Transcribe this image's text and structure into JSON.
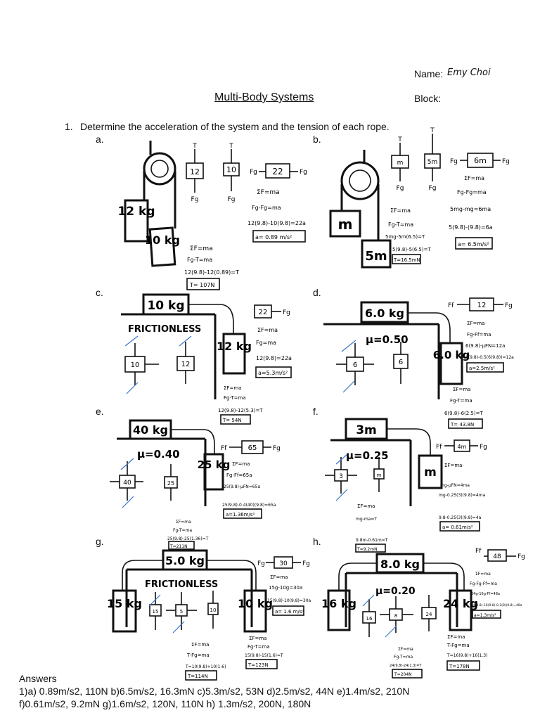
{
  "header": {
    "name_label": "Name:",
    "name_value": "Emy Choi",
    "title": "Multi-Body Systems",
    "block_label": "Block:"
  },
  "question": {
    "number": "1.",
    "text": "Determine the acceleration of the system and the tension of each rope."
  },
  "parts": {
    "a": {
      "label": "a.",
      "m1": "12 kg",
      "m2": "10 kg",
      "fbd1": "12",
      "fbd2": "10",
      "sys": "22",
      "eq": [
        "ΣF=ma",
        "Fg-Fg=ma",
        "12(9.8)-10(9.8)=22a"
      ],
      "accel": "a= 0.89 m/s²",
      "eq2": [
        "ΣF=ma",
        "Fg-T=ma",
        "12(9.8)-12(0.89)=T"
      ],
      "tension": "T= 107N"
    },
    "b": {
      "label": "b.",
      "m1": "m",
      "m2": "5m",
      "fbd1": "m",
      "fbd2": "5m",
      "sys": "6m",
      "eq": [
        "ΣF=ma",
        "Fg-Fg=ma",
        "5mg-mg=6ma",
        "5(9.8)-(9.8)=6a"
      ],
      "accel": "a= 6.5m/s²",
      "eq2": [
        "ΣF=ma",
        "Fg-T=ma",
        "5mg-5m(6.5)=T",
        "5(9.8)-5(6.5)=T"
      ],
      "tension": "T=16.5mN"
    },
    "c": {
      "label": "c.",
      "top": "10 kg",
      "hang": "12 kg",
      "surface": "FRICTIONLESS",
      "fbd1": "10",
      "fbd2": "12",
      "sys": "22",
      "eq": [
        "ΣF=ma",
        "Fg=ma",
        "12(9.8)=22a"
      ],
      "accel": "a=5.3m/s²",
      "eq2": [
        "ΣF=ma",
        "Fg-T=ma",
        "12(9.8)-12(5.3)=T"
      ],
      "tension": "T= 54N"
    },
    "d": {
      "label": "d.",
      "top": "6.0 kg",
      "hang": "6.0 kg",
      "mu": "μ=0.50",
      "fbd1": "6",
      "fbd2": "6",
      "sys": "12",
      "eq": [
        "ΣF=ma",
        "Fg-Ff=ma",
        "6(9.8)-μFN=12a",
        "6(9.8)-0.5(6(9.8))=12a"
      ],
      "accel": "a=2.5m/s²",
      "eq2": [
        "ΣF=ma",
        "Fg-T=ma",
        "6(9.8)-6(2.5)=T"
      ],
      "tension": "T= 43.8N"
    },
    "e": {
      "label": "e.",
      "top": "40 kg",
      "hang": "25 kg",
      "mu": "μ=0.40",
      "fbd1": "40",
      "fbd2": "25",
      "sys": "65",
      "eq": [
        "ΣF=ma",
        "Fg-Ff=65a",
        "25(9.8)-μFN=65a",
        "25(9.8)-0.4(40)(9.8)=65a"
      ],
      "accel": "a=1.36m/s²",
      "eq2": [
        "ΣF=ma",
        "Fg-T=ma",
        "25(9.8)-25(1.36)=T"
      ],
      "tension": "T=211N"
    },
    "f": {
      "label": "f.",
      "top": "3m",
      "hang": "m",
      "mu": "μ=0.25",
      "fbd1": "3",
      "fbd2": "m",
      "sys": "4m",
      "eq": [
        "ΣF=ma",
        "mg-μFN=4ma",
        "mg-0.25(3)(9.8)=4ma",
        "9.8-0.25(3)(9.8)=4a"
      ],
      "accel": "a= 0.61m/s²",
      "eq2": [
        "ΣF=ma",
        "mg-ma=T",
        "9.8m-0.61m=T"
      ],
      "tension": "T=9.2mN"
    },
    "g": {
      "label": "g.",
      "top": "5.0 kg",
      "left": "15 kg",
      "right": "10 kg",
      "surface": "FRICTIONLESS",
      "fbd1": "15",
      "fbd2": "5",
      "fbd3": "10",
      "sys": "30",
      "eq": [
        "ΣF=ma",
        "15g-10g=30a",
        "15(9.8)-10(9.8)=30a"
      ],
      "accel": "a= 1.6 m/s²",
      "eq2": [
        "ΣF=ma",
        "T-Fg=ma",
        "T=10(9.8)+10(1.6)"
      ],
      "tension": "T=114N",
      "eq3": [
        "ΣF=ma",
        "Fg-T=ma",
        "15(9.8)-15(1.6)=T"
      ],
      "tension2": "T=123N"
    },
    "h": {
      "label": "h.",
      "top": "8.0 kg",
      "left": "16 kg",
      "right": "24 kg",
      "mu": "μ=0.20",
      "fbd1": "16",
      "fbd2": "8",
      "fbd3": "24",
      "sys": "48",
      "eq": [
        "ΣF=ma",
        "Fg-Fg-Ff=ma",
        "24g-16g-Ff=48a",
        "24(9.8)-16(9.8)-0.2(8)(9.8)=48a"
      ],
      "accel": "a=1.3m/s²",
      "eq2": [
        "ΣF=ma",
        "T-Fg=ma",
        "T=16(9.8)+16(1.3)"
      ],
      "tension": "T=178N",
      "eq3": [
        "ΣF=ma",
        "Fg-T=ma",
        "24(9.8)-24(1.3)=T"
      ],
      "tension2": "T=204N"
    }
  },
  "answers": {
    "heading": "Answers",
    "line1": "1)a) 0.89m/s2, 110N  b)6.5m/s2, 16.3mN  c)5.3m/s2, 53N  d)2.5m/s2, 44N  e)1.4m/s2, 210N",
    "line2": "f)0.61m/s2, 9.2mN  g)1.6m/s2, 120N, 110N  h) 1.3m/s2, 200N, 180N"
  }
}
